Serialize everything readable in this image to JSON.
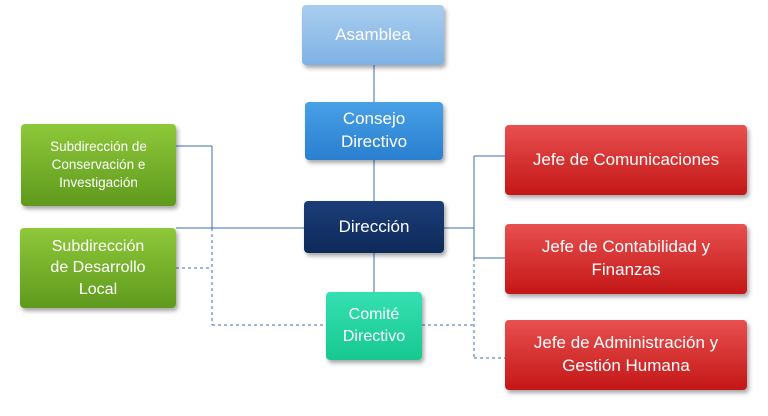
{
  "org_chart": {
    "asamblea": "Asamblea",
    "consejo_directivo": "Consejo\nDirectivo",
    "direccion": "Dirección",
    "comite_directivo": "Comité\nDirectivo",
    "subdireccion_conservacion": "Subdirección de\nConservación e\nInvestigación",
    "subdireccion_desarrollo": "Subdirección\nde Desarrollo\nLocal",
    "jefe_comunicaciones": "Jefe de Comunicaciones",
    "jefe_contabilidad": "Jefe de Contabilidad y\nFinanzas",
    "jefe_administracion": "Jefe de Administración y\nGestión Humana"
  },
  "colors": {
    "asamblea": "#8dbdeb",
    "consejo": "#3a90dc",
    "direccion": "#153468",
    "comite": "#22d4a0",
    "subdireccion": "#78b22c",
    "jefe": "#d83030",
    "connector": "#3b6fb0"
  }
}
